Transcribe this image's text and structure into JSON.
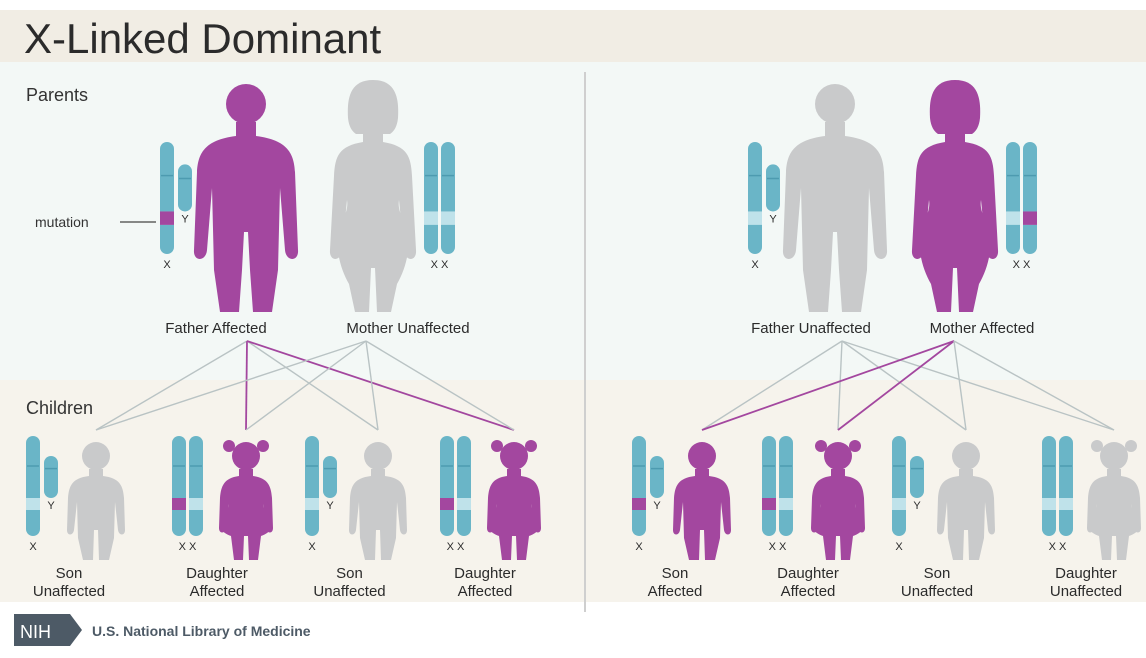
{
  "title": "X-Linked Dominant",
  "parents_label": "Parents",
  "children_label": "Children",
  "mutation_label": "mutation",
  "chrom_labels": {
    "x": "X",
    "y": "Y",
    "xx": "X  X"
  },
  "colors": {
    "affected": "#a3479f",
    "unaffected": "#c9cacb",
    "chromosome": "#6ab5c7",
    "chromosome_band": "#bfe2ea",
    "mutation": "#a3479f",
    "title_band": "#f1ede4",
    "parents_bg": "#f3f8f6",
    "children_bg": "#f6f3ec"
  },
  "panels": [
    {
      "parents": [
        {
          "label": "Father Affected",
          "sex": "male",
          "affected": true
        },
        {
          "label": "Mother Unaffected",
          "sex": "female",
          "affected": false
        }
      ],
      "children": [
        {
          "line1": "Son",
          "line2": "Unaffected",
          "sex": "male",
          "affected": false
        },
        {
          "line1": "Daughter",
          "line2": "Affected",
          "sex": "female",
          "affected": true
        },
        {
          "line1": "Son",
          "line2": "Unaffected",
          "sex": "male",
          "affected": false
        },
        {
          "line1": "Daughter",
          "line2": "Affected",
          "sex": "female",
          "affected": true
        }
      ]
    },
    {
      "parents": [
        {
          "label": "Father Unaffected",
          "sex": "male",
          "affected": false
        },
        {
          "label": "Mother Affected",
          "sex": "female",
          "affected": true
        }
      ],
      "children": [
        {
          "line1": "Son",
          "line2": "Affected",
          "sex": "male",
          "affected": true
        },
        {
          "line1": "Daughter",
          "line2": "Affected",
          "sex": "female",
          "affected": true
        },
        {
          "line1": "Son",
          "line2": "Unaffected",
          "sex": "male",
          "affected": false
        },
        {
          "line1": "Daughter",
          "line2": "Unaffected",
          "sex": "female",
          "affected": false
        }
      ]
    }
  ],
  "footer": {
    "logo_text": "NIH",
    "org": "U.S. National Library of Medicine"
  }
}
